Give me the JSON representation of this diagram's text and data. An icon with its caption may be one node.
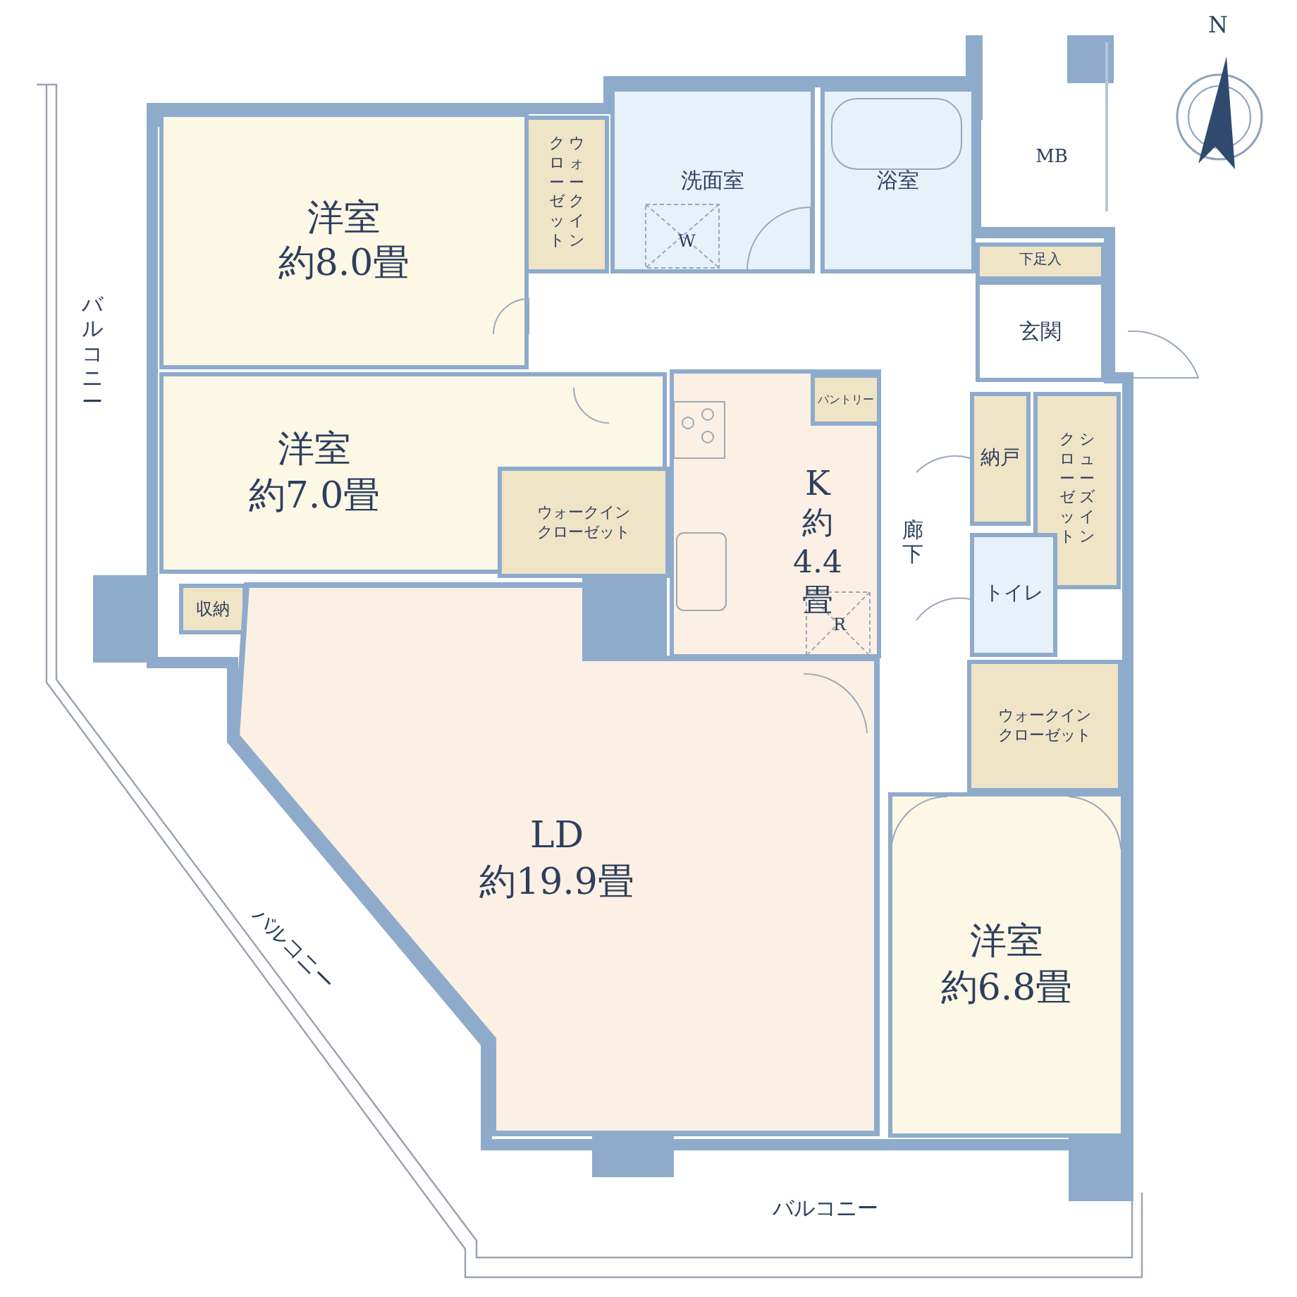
{
  "diagram": {
    "nodes": [
      {
        "text": [
          "洋室",
          "約8.0畳"
        ]
      },
      {
        "text": [
          "ウォークインクローゼット"
        ]
      },
      {
        "text": [
          "洗面室"
        ]
      },
      {
        "text": [
          "浴室"
        ]
      },
      {
        "text": [
          "MB"
        ]
      },
      {
        "text": [
          "下足入"
        ]
      },
      {
        "text": [
          "玄関"
        ]
      },
      {
        "text": [
          "洋室",
          "約7.0畳"
        ]
      },
      {
        "text": [
          "ウォークインクローゼット"
        ],
        "in": 7
      },
      {
        "text": [
          "パントリー"
        ],
        "in": 10
      },
      {
        "text": [
          "K",
          "約4.4畳"
        ]
      },
      {
        "text": [
          "納戸"
        ]
      },
      {
        "text": [
          "シューズインクローゼット"
        ]
      },
      {
        "text": [
          "廊下"
        ]
      },
      {
        "text": [
          "トイレ"
        ]
      },
      {
        "text": [
          "収納"
        ]
      },
      {
        "text": [
          "ウォークインクローゼット"
        ]
      },
      {
        "text": [
          "LD",
          "約19.9畳"
        ]
      },
      {
        "text": [
          "洋室",
          "約6.8畳"
        ]
      }
    ],
    "labels": [
      "N",
      "バルコニー",
      "W",
      "R",
      "バルコニー",
      "バルコニー"
    ]
  }
}
